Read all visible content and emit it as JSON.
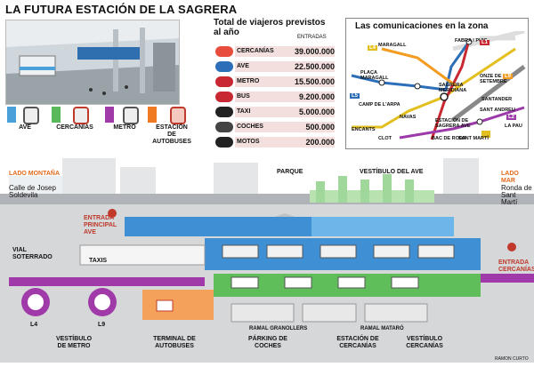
{
  "title": "LA FUTURA ESTACIÓN DE LA SAGRERA",
  "legend": [
    {
      "label": "AVE",
      "color": "#4aa0d8"
    },
    {
      "label": "CERCANÍAS",
      "color": "#58b85a"
    },
    {
      "label": "METRO",
      "color": "#a03aa8"
    },
    {
      "label": "ESTACIÓN\nDE AUTOBUSES",
      "color": "#f07a22"
    }
  ],
  "legend_labels": {
    "ave": "AVE",
    "cercanias": "CERCANÍAS",
    "metro": "METRO",
    "bus1": "ESTACIÓN",
    "bus2": "DE AUTOBUSES"
  },
  "stats": {
    "heading1": "Total de viajeros previstos",
    "heading2": "al año",
    "column": "ENTRADAS",
    "rows": [
      {
        "label": "CERCANÍAS",
        "value": "39.000.000"
      },
      {
        "label": "AVE",
        "value": "22.500.000"
      },
      {
        "label": "METRO",
        "value": "15.500.000"
      },
      {
        "label": "BUS",
        "value": "9.200.000"
      },
      {
        "label": "TAXI",
        "value": "5.000.000"
      },
      {
        "label": "COCHES",
        "value": "500.000"
      },
      {
        "label": "MOTOS",
        "value": "200.000"
      }
    ]
  },
  "map": {
    "heading": "Las comunicaciones en la zona",
    "labels": [
      "MARAGALL",
      "FABRA I PUIG",
      "PLAÇA MARAGALL",
      "SAGRERA MERIDIANA",
      "ONZE DE SETEMBRE",
      "CAMP DE L'ARPA",
      "NAVAS",
      "ENCANTS",
      "SANT ANDREU",
      "ESTACIÓN DE SAGRERA AVE",
      "LA PAU",
      "CLOT",
      "BAC DE RODA",
      "SANT MARTÍ",
      "SANTANDER"
    ],
    "line_badges": [
      "L4",
      "L5",
      "L1",
      "L9",
      "L2"
    ]
  },
  "section": {
    "lado_montana": "LADO MONTAÑA",
    "lado_mar": "LADO MAR",
    "calle": "Calle de Josep Soldevila",
    "ronda": "Ronda de Sant Martí",
    "parque": "PARQUE",
    "vestibulo_ave": "VESTÍBULO DEL AVE",
    "entrada_ave": "ENTRADA PRINCIPAL AVE",
    "vial": "VIAL SOTERRADO",
    "taxis": "TAXIS",
    "entrada_cercanias": "ENTRADA CERCANÍAS",
    "l4": "L4",
    "l9": "L9",
    "vestibulo_metro": "VESTÍBULO DE METRO",
    "terminal_bus": "TERMINAL DE AUTOBUSES",
    "parking": "PÁRKING DE COCHES",
    "estacion_cercanias": "ESTACIÓN DE CERCANÍAS",
    "vestibulo_cercanias": "VESTÍBULO CERCANÍAS",
    "ramal_granollers": "RAMAL GRANOLLERS",
    "ramal_mataro": "RAMAL MATARÓ",
    "credit": "RAMON CURTO"
  }
}
